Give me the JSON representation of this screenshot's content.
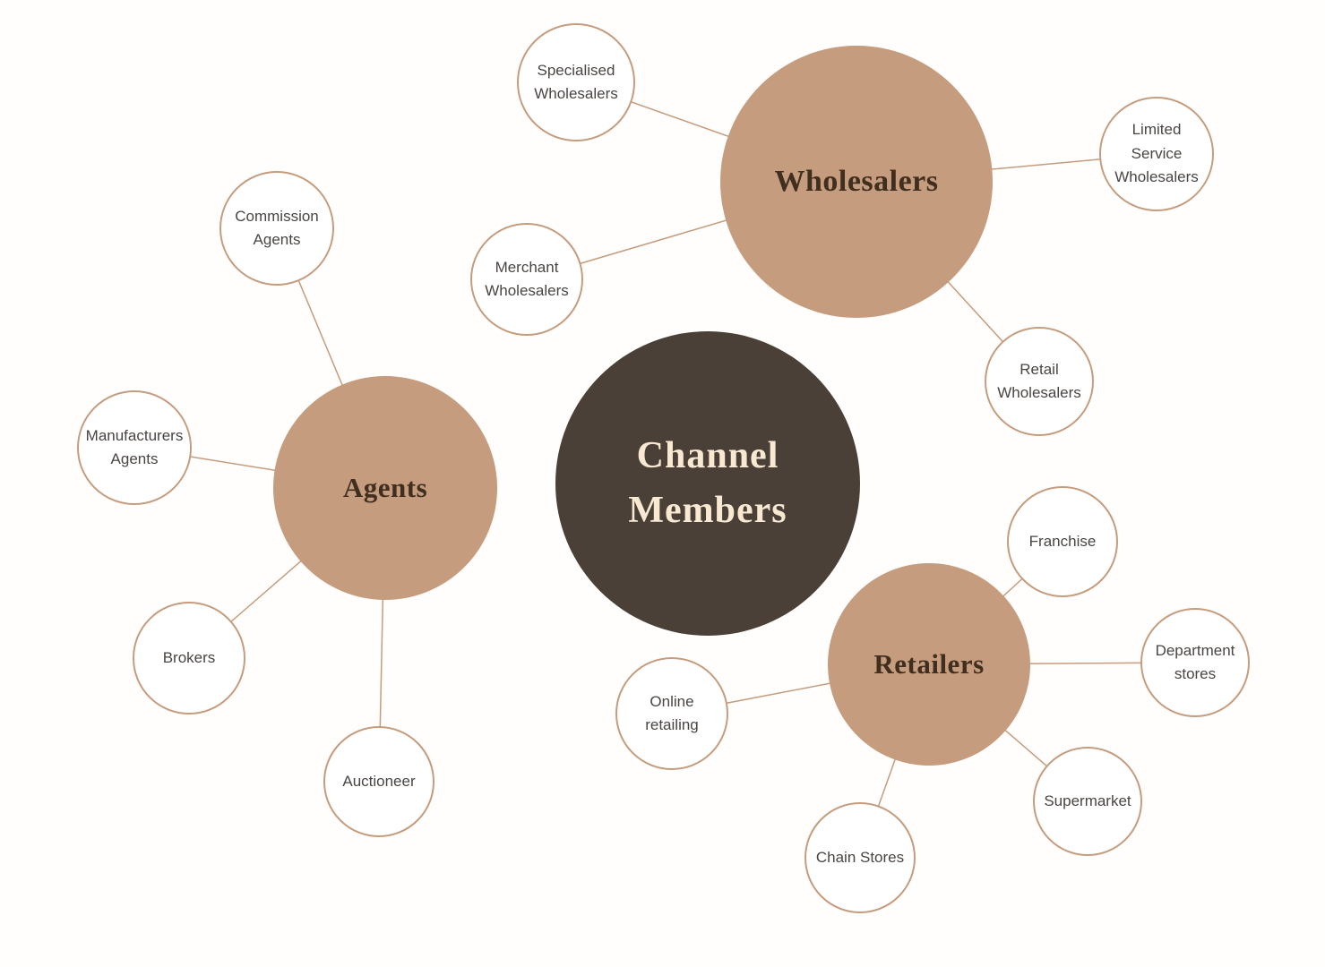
{
  "diagram_title": "Channel Members",
  "center": {
    "label": "Channel Members"
  },
  "clusters": [
    {
      "label": "Wholesalers",
      "satellites": [
        {
          "label": "Specialised Wholesalers"
        },
        {
          "label": "Limited Service Wholesalers"
        },
        {
          "label": "Merchant Wholesalers"
        },
        {
          "label": "Retail Wholesalers"
        }
      ]
    },
    {
      "label": "Agents",
      "satellites": [
        {
          "label": "Commission Agents"
        },
        {
          "label": "Manufacturers Agents"
        },
        {
          "label": "Brokers"
        },
        {
          "label": "Auctioneer"
        }
      ]
    },
    {
      "label": "Retailers",
      "satellites": [
        {
          "label": "Franchise"
        },
        {
          "label": "Department stores"
        },
        {
          "label": "Supermarket"
        },
        {
          "label": "Chain Stores"
        },
        {
          "label": "Online retailing"
        }
      ]
    }
  ],
  "colors": {
    "main_circle_fill": "#c59c7e",
    "center_circle_fill": "#4a4037",
    "connector_line": "#c59c7e",
    "center_text": "#f9e9d2",
    "main_label_text": "#402f1f",
    "satellite_text": "#4a4542",
    "background": "#fffefc"
  }
}
